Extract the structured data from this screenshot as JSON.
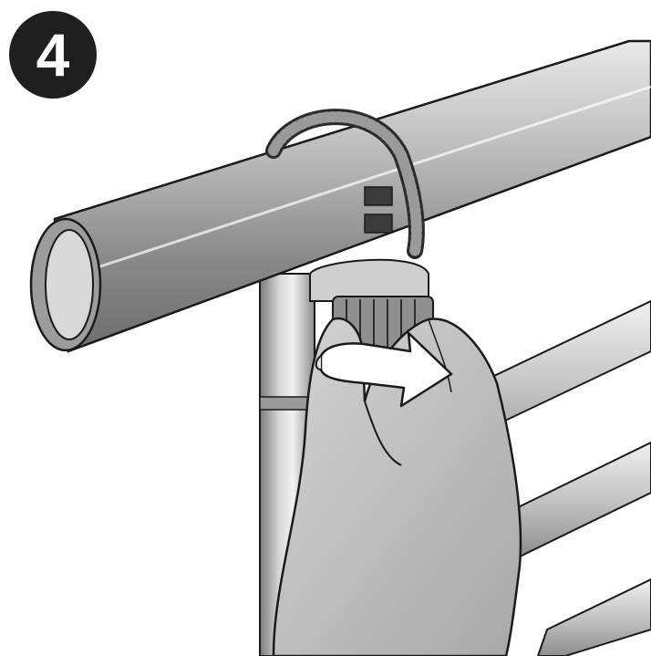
{
  "step": {
    "number": "4"
  },
  "illustration": {
    "subject": "towel-rail-thermostat-installation",
    "action": "turn-arrow-clockwise",
    "colors": {
      "background": "#ffffff",
      "badge": "#1f1f1f",
      "metal_dark": "#6e6e6e",
      "metal_mid": "#a3a3a3",
      "metal_light": "#e6e6e6",
      "hand": "#bdbdbd",
      "outline": "#1a1a1a"
    }
  }
}
